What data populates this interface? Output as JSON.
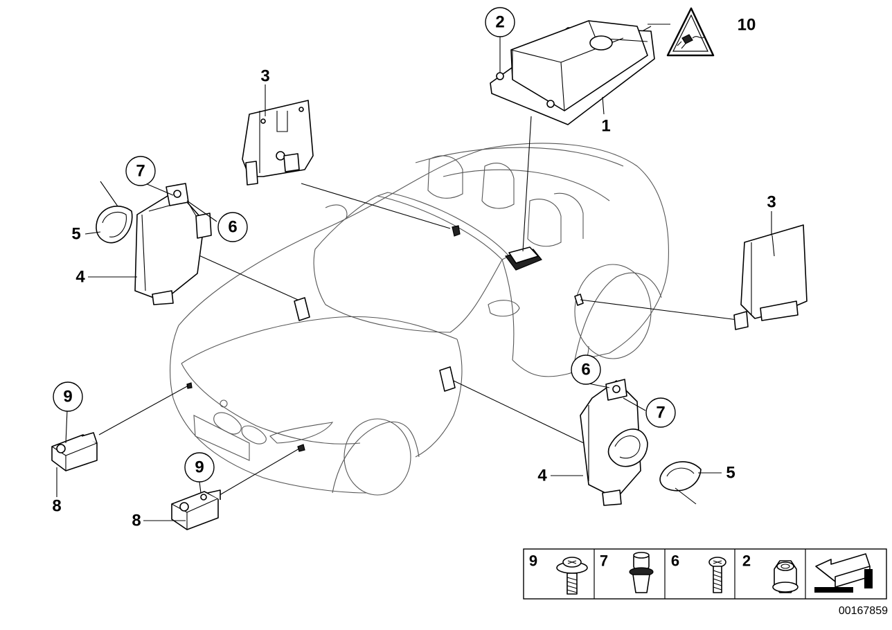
{
  "callouts": {
    "c1": "1",
    "c2": "2",
    "c3a": "3",
    "c3b": "3",
    "c4a": "4",
    "c4b": "4",
    "c5a": "5",
    "c5b": "5",
    "c6a": "6",
    "c6b": "6",
    "c7a": "7",
    "c7b": "7",
    "c8a": "8",
    "c8b": "8",
    "c9a": "9",
    "c9b": "9",
    "c10": "10"
  },
  "legend": [
    "9",
    "7",
    "6",
    "2"
  ],
  "doc_number": "00167859"
}
